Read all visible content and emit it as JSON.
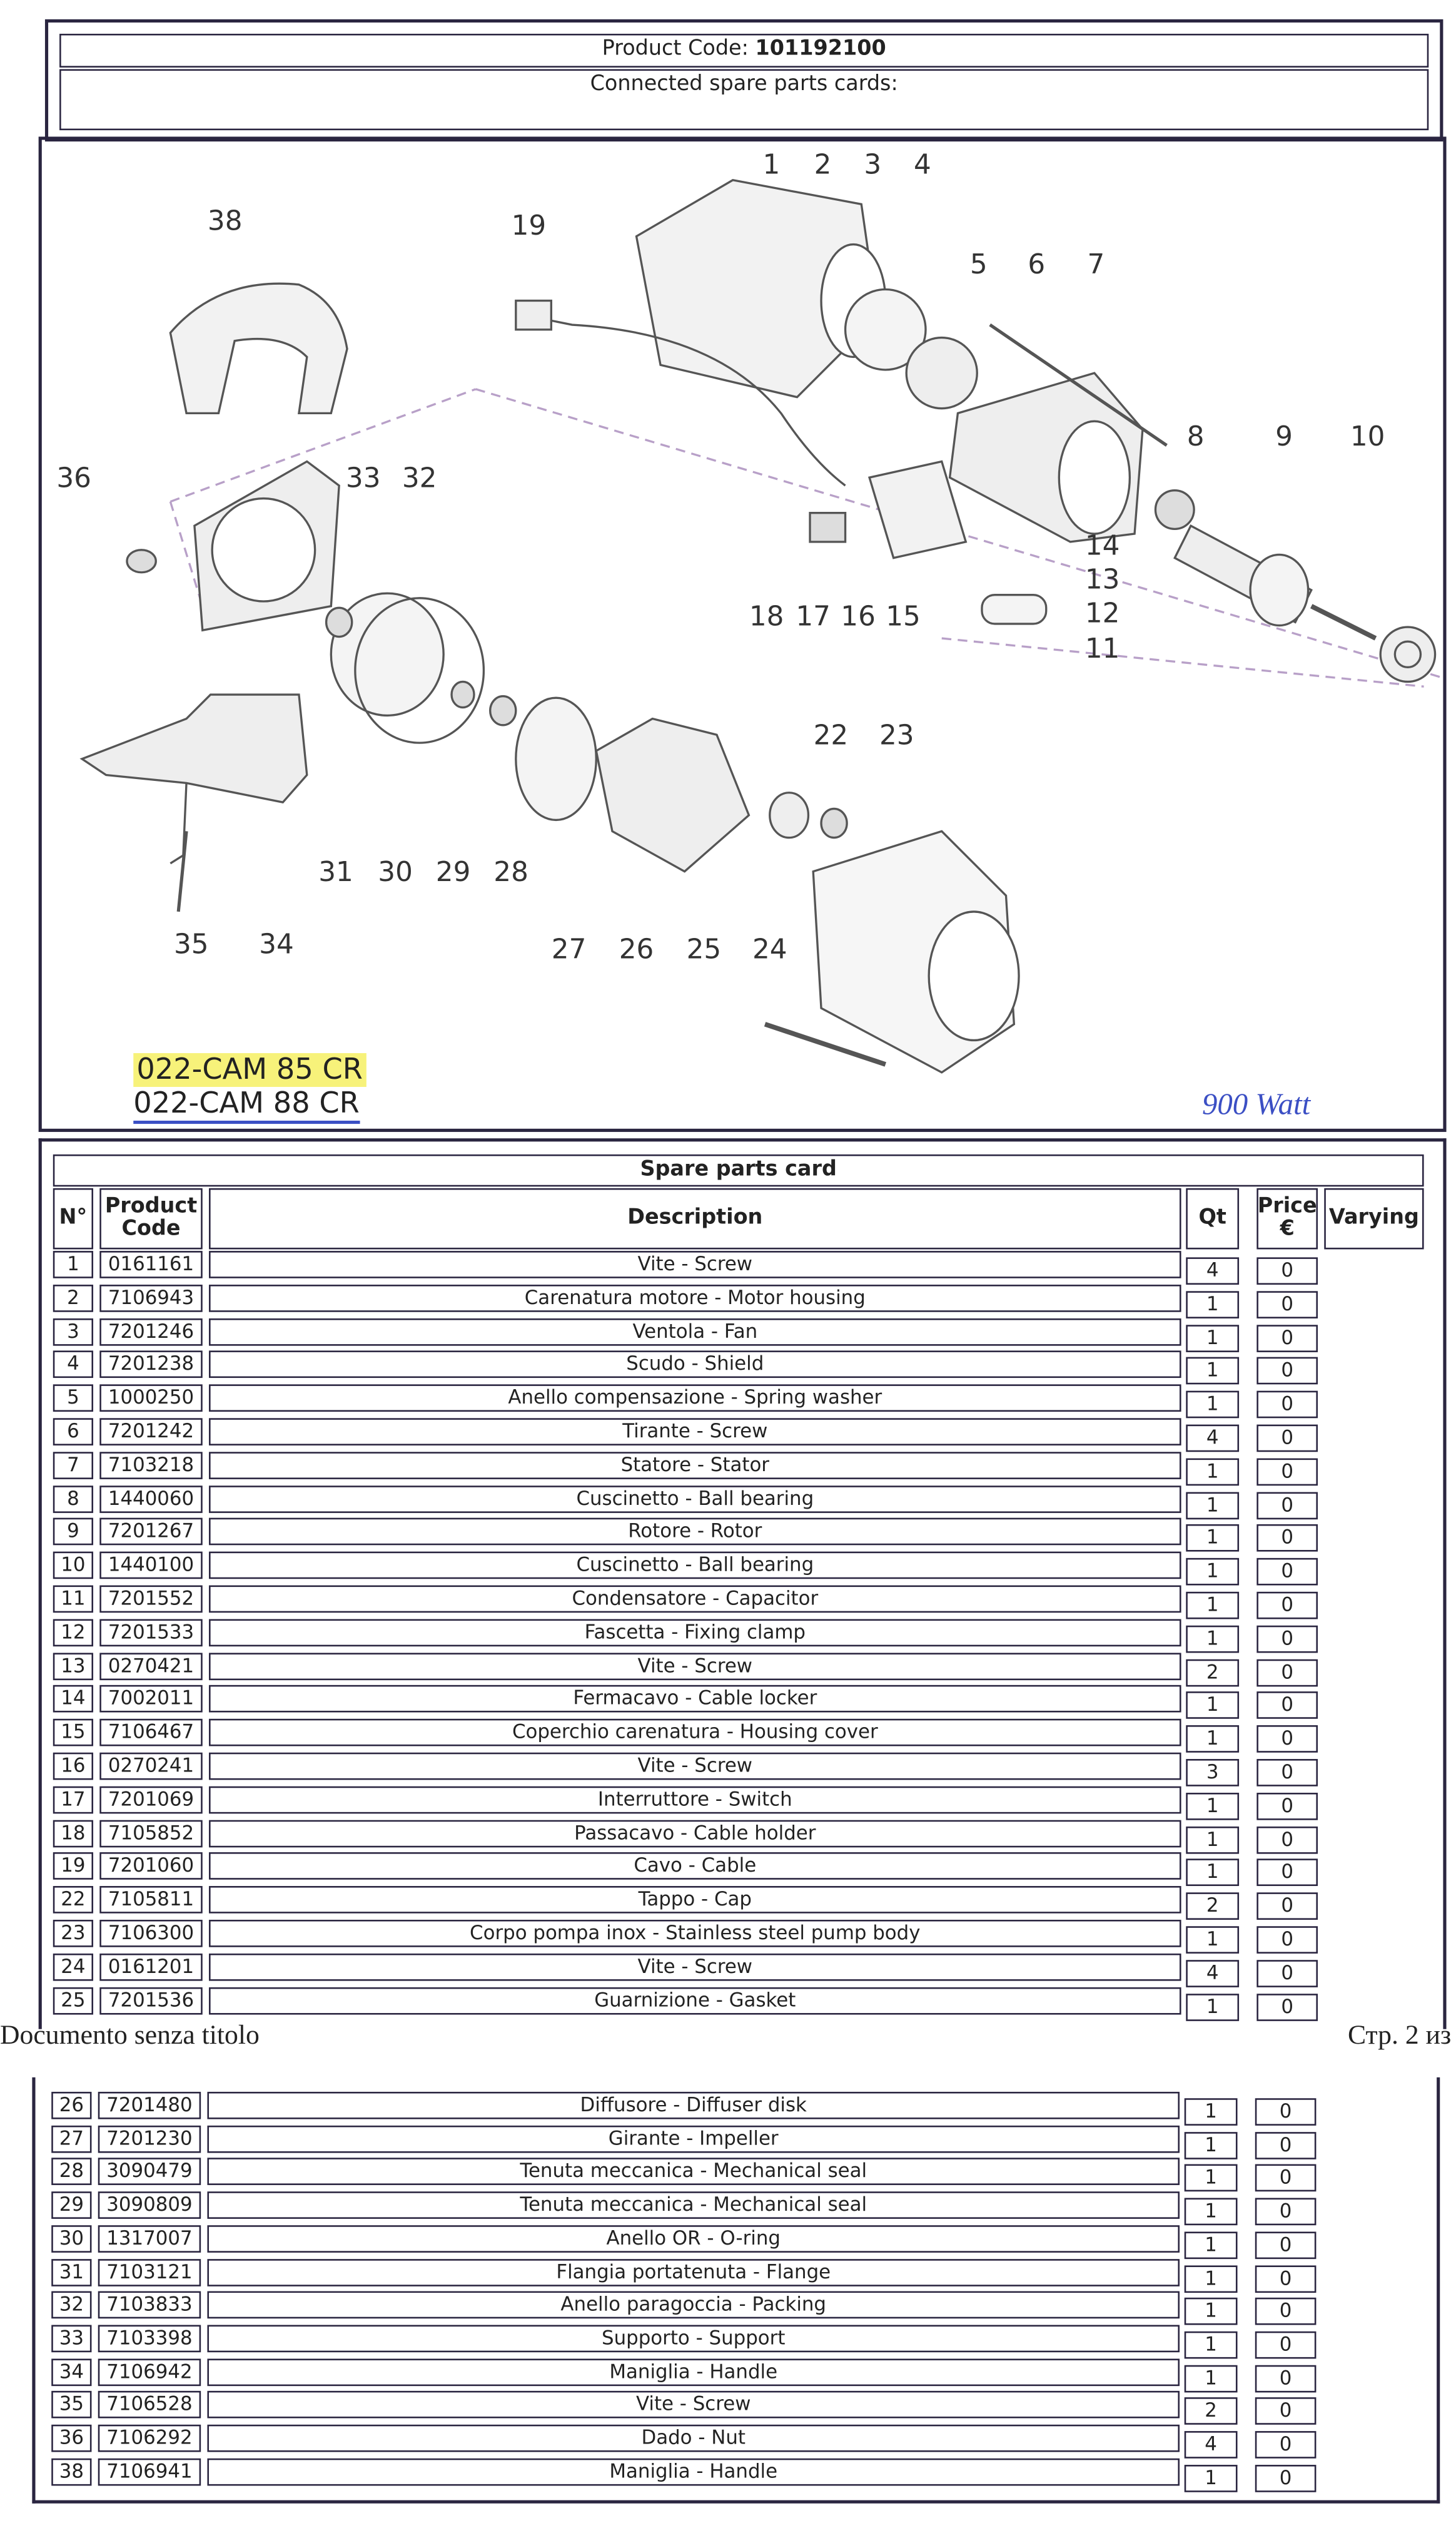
{
  "header": {
    "product_code_label": "Product Code:",
    "product_code": "101192100",
    "connected_label": "Connected spare parts cards:"
  },
  "diagram": {
    "labels": [
      "1",
      "2",
      "3",
      "4",
      "5",
      "6",
      "7",
      "8",
      "9",
      "10",
      "11",
      "12",
      "13",
      "14",
      "15",
      "16",
      "17",
      "18",
      "19",
      "22",
      "23",
      "24",
      "25",
      "26",
      "27",
      "28",
      "29",
      "30",
      "31",
      "32",
      "33",
      "34",
      "35",
      "36",
      "38"
    ],
    "models": [
      "022-CAM 85 CR",
      "022-CAM 88 CR"
    ],
    "handwritten_note": "900 Watt",
    "highlight_color": "#f7f27a",
    "note_color": "#3b4fc4"
  },
  "card": {
    "title": "Spare parts card",
    "columns": {
      "no": "N°",
      "code": "Product Code",
      "description": "Description",
      "qt": "Qt",
      "price": "Price €",
      "varying": "Varying"
    }
  },
  "table1": {
    "rows": [
      [
        "1",
        "0161161",
        "Vite - Screw",
        "4",
        "0"
      ],
      [
        "2",
        "7106943",
        "Carenatura motore - Motor housing",
        "1",
        "0"
      ],
      [
        "3",
        "7201246",
        "Ventola - Fan",
        "1",
        "0"
      ],
      [
        "4",
        "7201238",
        "Scudo - Shield",
        "1",
        "0"
      ],
      [
        "5",
        "1000250",
        "Anello compensazione - Spring washer",
        "1",
        "0"
      ],
      [
        "6",
        "7201242",
        "Tirante - Screw",
        "4",
        "0"
      ],
      [
        "7",
        "7103218",
        "Statore - Stator",
        "1",
        "0"
      ],
      [
        "8",
        "1440060",
        "Cuscinetto - Ball bearing",
        "1",
        "0"
      ],
      [
        "9",
        "7201267",
        "Rotore - Rotor",
        "1",
        "0"
      ],
      [
        "10",
        "1440100",
        "Cuscinetto - Ball bearing",
        "1",
        "0"
      ],
      [
        "11",
        "7201552",
        "Condensatore - Capacitor",
        "1",
        "0"
      ],
      [
        "12",
        "7201533",
        "Fascetta - Fixing clamp",
        "1",
        "0"
      ],
      [
        "13",
        "0270421",
        "Vite - Screw",
        "2",
        "0"
      ],
      [
        "14",
        "7002011",
        "Fermacavo - Cable locker",
        "1",
        "0"
      ],
      [
        "15",
        "7106467",
        "Coperchio carenatura - Housing cover",
        "1",
        "0"
      ],
      [
        "16",
        "0270241",
        "Vite - Screw",
        "3",
        "0"
      ],
      [
        "17",
        "7201069",
        "Interruttore - Switch",
        "1",
        "0"
      ],
      [
        "18",
        "7105852",
        "Passacavo - Cable holder",
        "1",
        "0"
      ],
      [
        "19",
        "7201060",
        "Cavo - Cable",
        "1",
        "0"
      ],
      [
        "22",
        "7105811",
        "Tappo - Cap",
        "2",
        "0"
      ],
      [
        "23",
        "7106300",
        "Corpo pompa inox - Stainless steel pump body",
        "1",
        "0"
      ],
      [
        "24",
        "0161201",
        "Vite - Screw",
        "4",
        "0"
      ],
      [
        "25",
        "7201536",
        "Guarnizione - Gasket",
        "1",
        "0"
      ]
    ]
  },
  "page_footer": {
    "left": "Documento senza titolo",
    "right": "Стр. 2 из"
  },
  "table2": {
    "rows": [
      [
        "26",
        "7201480",
        "Diffusore - Diffuser disk",
        "1",
        "0"
      ],
      [
        "27",
        "7201230",
        "Girante - Impeller",
        "1",
        "0"
      ],
      [
        "28",
        "3090479",
        "Tenuta meccanica - Mechanical seal",
        "1",
        "0"
      ],
      [
        "29",
        "3090809",
        "Tenuta meccanica - Mechanical seal",
        "1",
        "0"
      ],
      [
        "30",
        "1317007",
        "Anello OR - O-ring",
        "1",
        "0"
      ],
      [
        "31",
        "7103121",
        "Flangia portatenuta - Flange",
        "1",
        "0"
      ],
      [
        "32",
        "7103833",
        "Anello paragoccia - Packing",
        "1",
        "0"
      ],
      [
        "33",
        "7103398",
        "Supporto - Support",
        "1",
        "0"
      ],
      [
        "34",
        "7106942",
        "Maniglia - Handle",
        "1",
        "0"
      ],
      [
        "35",
        "7106528",
        "Vite - Screw",
        "2",
        "0"
      ],
      [
        "36",
        "7106292",
        "Dado - Nut",
        "4",
        "0"
      ],
      [
        "38",
        "7106941",
        "Maniglia - Handle",
        "1",
        "0"
      ]
    ]
  }
}
